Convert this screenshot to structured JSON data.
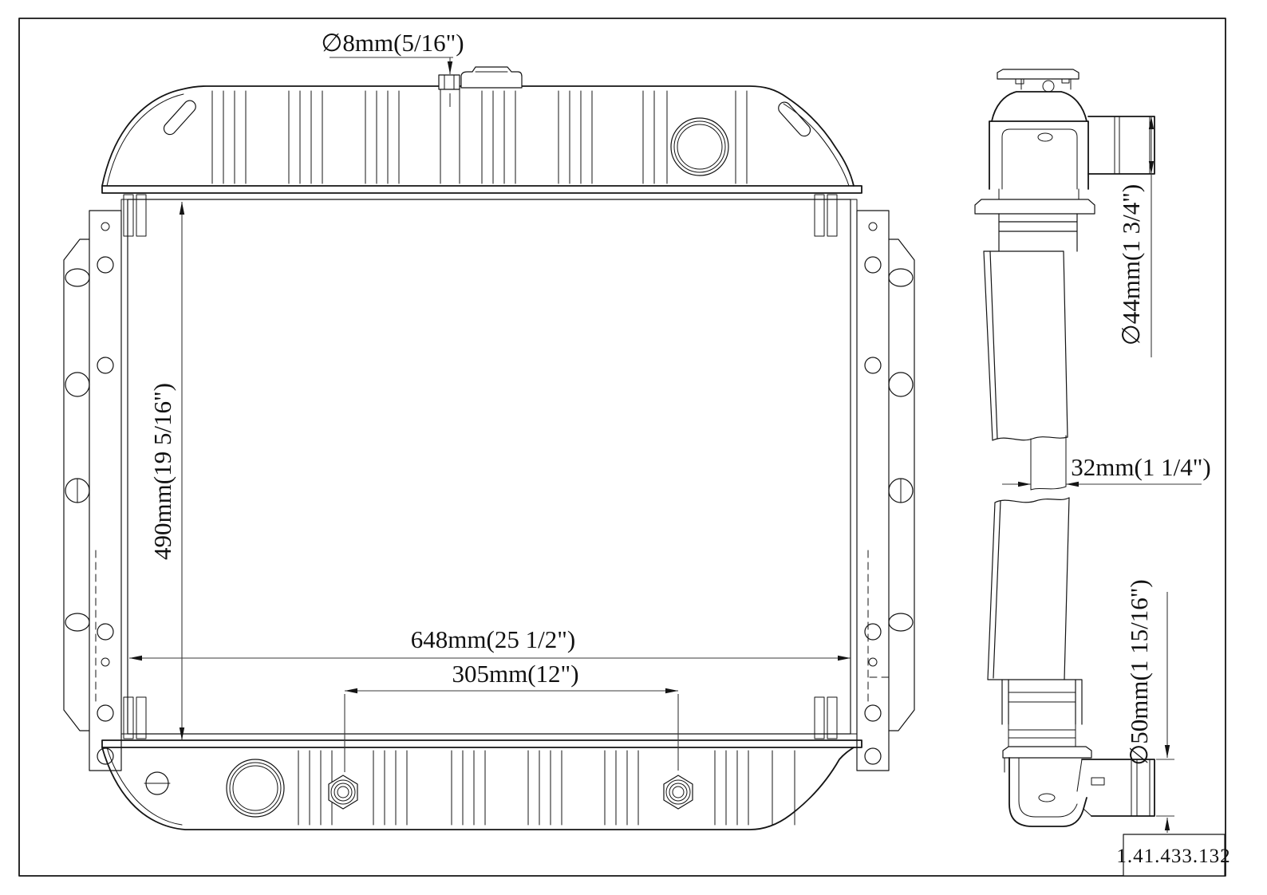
{
  "part_number_box": {
    "part_number": "1.41.433.132"
  },
  "front_view": {
    "overflow_tube_dia": "∅8mm(5/16\")",
    "core_height": "490mm(19 5/16\")",
    "core_width": "648mm(25 1/2\")",
    "cooler_fitting_spacing": "305mm(12\")"
  },
  "side_view": {
    "inlet_dia": "∅44mm(1 3/4\")",
    "core_thickness": "32mm(1 1/4\")",
    "outlet_dia": "∅50mm(1 15/16\")"
  }
}
